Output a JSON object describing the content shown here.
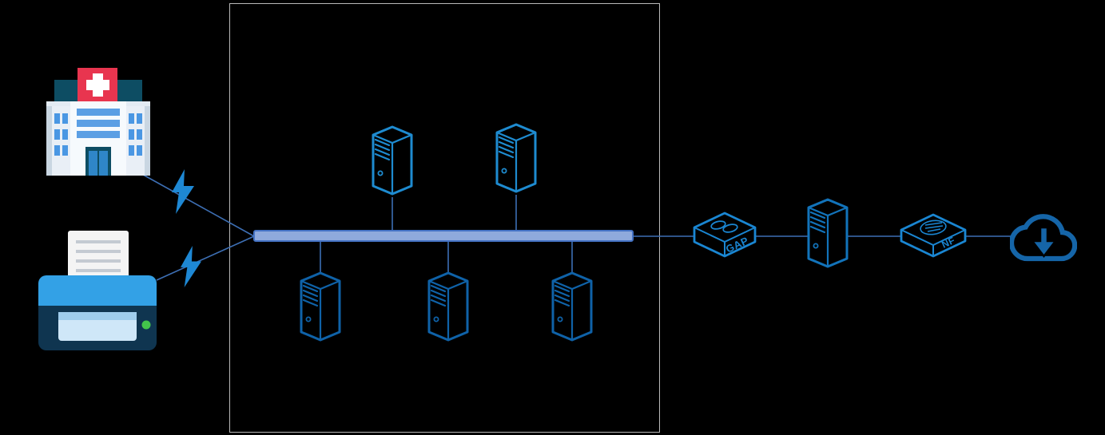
{
  "diagram": {
    "type": "network-topology",
    "background": "#000000",
    "colors": {
      "lan_boundary_stroke": "#b9b9b9",
      "bus_fill": "#8faadc",
      "bus_stroke": "#4472c4",
      "connector": "#3d6fb4",
      "server_top": "#1e8bd0",
      "server_bottom": "#0f62a8",
      "server_relay": "#1273ba",
      "appliance": "#1a86d2",
      "cloud": "#1565a8",
      "bolt": "#1e88d4"
    },
    "nodes": {
      "hospital": {
        "icon": "hospital-building-icon"
      },
      "printer": {
        "icon": "printer-icon"
      },
      "uplink_bolt_1": {
        "icon": "lightning-bolt-icon"
      },
      "uplink_bolt_2": {
        "icon": "lightning-bolt-icon"
      },
      "lan_servers": {
        "icon": "server-tower-icon",
        "above_bus": 2,
        "below_bus": 3
      },
      "gap_gateway": {
        "icon": "gap-appliance-icon",
        "label": "GAP"
      },
      "edge_server": {
        "icon": "server-tower-icon"
      },
      "nf_appliance": {
        "icon": "nf-appliance-icon",
        "label": "NF"
      },
      "cloud_download": {
        "icon": "cloud-download-icon"
      }
    }
  }
}
